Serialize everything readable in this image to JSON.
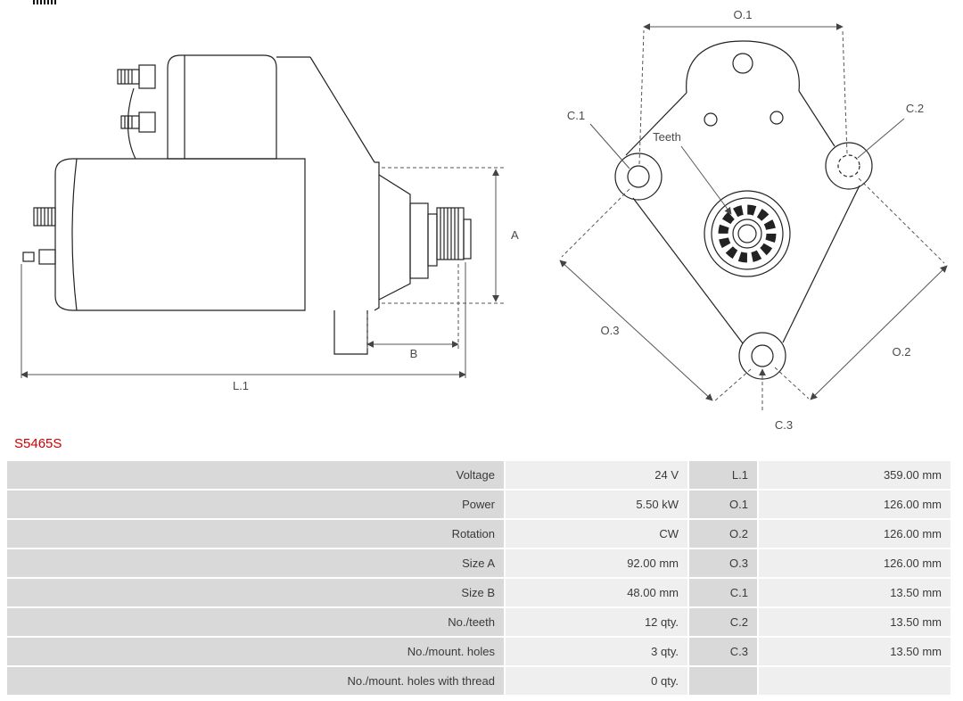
{
  "page": {
    "part_number": "S5465S",
    "accent_color": "#cc0000",
    "table_label_bg": "#d9d9d9",
    "table_value_bg": "#efefef"
  },
  "diagrams": {
    "side_view": {
      "labels": {
        "a": "A",
        "b": "B",
        "l1": "L.1"
      }
    },
    "front_view": {
      "labels": {
        "o1": "O.1",
        "o2": "O.2",
        "o3": "O.3",
        "c1": "C.1",
        "c2": "C.2",
        "c3": "C.3",
        "teeth": "Teeth"
      }
    }
  },
  "spec_table": {
    "rows": [
      {
        "label": "Voltage",
        "value": "24 V",
        "dim_label": "L.1",
        "dim_value": "359.00 mm"
      },
      {
        "label": "Power",
        "value": "5.50 kW",
        "dim_label": "O.1",
        "dim_value": "126.00 mm"
      },
      {
        "label": "Rotation",
        "value": "CW",
        "dim_label": "O.2",
        "dim_value": "126.00 mm"
      },
      {
        "label": "Size A",
        "value": "92.00 mm",
        "dim_label": "O.3",
        "dim_value": "126.00 mm"
      },
      {
        "label": "Size B",
        "value": "48.00 mm",
        "dim_label": "C.1",
        "dim_value": "13.50 mm"
      },
      {
        "label": "No./teeth",
        "value": "12 qty.",
        "dim_label": "C.2",
        "dim_value": "13.50 mm"
      },
      {
        "label": "No./mount. holes",
        "value": "3 qty.",
        "dim_label": "C.3",
        "dim_value": "13.50 mm"
      },
      {
        "label": "No./mount. holes with thread",
        "value": "0 qty.",
        "dim_label": "",
        "dim_value": ""
      }
    ]
  }
}
